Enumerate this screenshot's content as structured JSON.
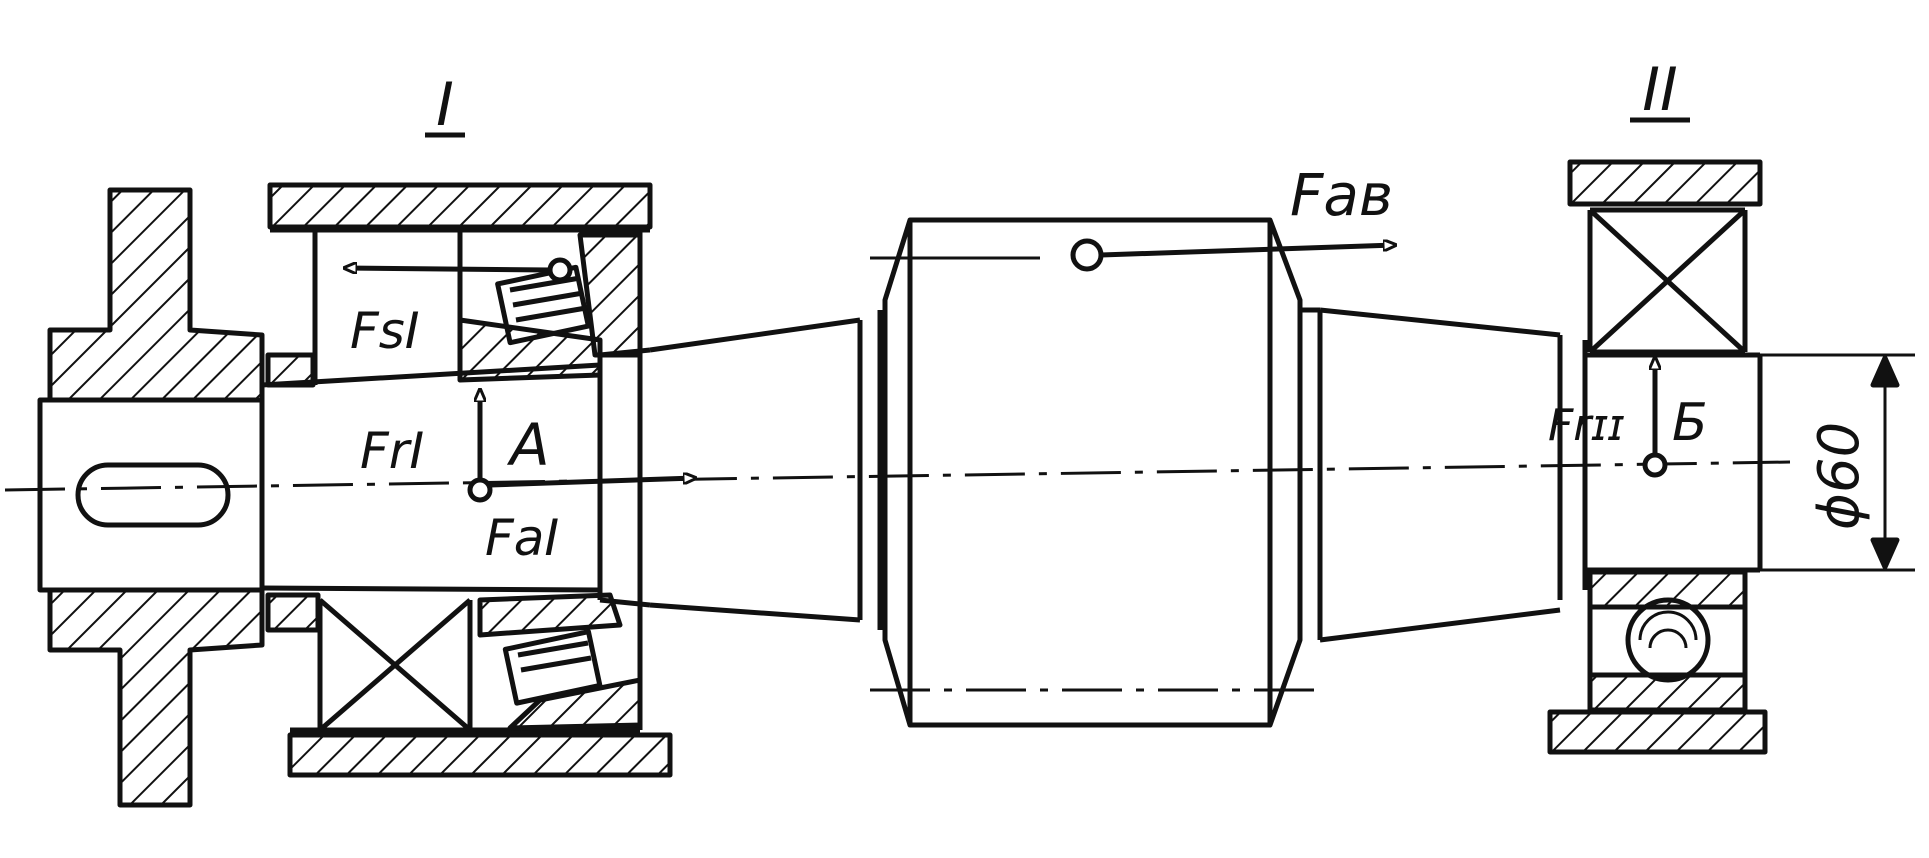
{
  "labels": {
    "support_1": "I",
    "support_2": "II",
    "force_axial_gear": "Faв",
    "force_s1": "FsI",
    "force_r1": "FrI",
    "force_a1": "FaI",
    "point_a": "A",
    "force_r2": "Frɪɪ",
    "point_b": "Б",
    "diameter": "ϕ60"
  },
  "colors": {
    "ink": "#111111",
    "paper": "#ffffff"
  }
}
